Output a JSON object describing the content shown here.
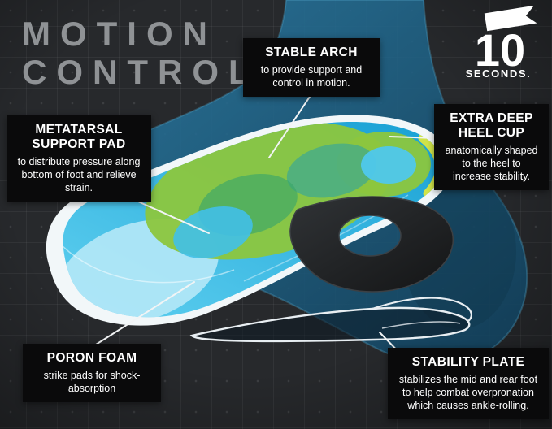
{
  "title": {
    "line1": "MOTION",
    "line2": "CONTROL"
  },
  "brand": {
    "number": "10",
    "name": "SECONDS."
  },
  "callouts": {
    "stable_arch": {
      "heading": "STABLE ARCH",
      "body": "to provide support and control in motion."
    },
    "metatarsal_support_pad": {
      "heading": "METATARSAL SUPPORT PAD",
      "body": "to distribute pressure along bottom of foot and relieve strain."
    },
    "extra_deep_heel_cup": {
      "heading": "EXTRA DEEP HEEL CUP",
      "body": "anatomically shaped to the heel to increase stability."
    },
    "poron_foam": {
      "heading": "PORON FOAM",
      "body": "strike pads for shock-absorption"
    },
    "stability_plate": {
      "heading": "STABILITY PLATE",
      "body": "stabilizes the mid and rear foot to help combat overpronation which causes ankle-rolling."
    }
  },
  "illustration": {
    "colors": {
      "background": "#27292c",
      "grid_line": "#34373b",
      "callout_box": "#0a0a0b",
      "text": "#ffffff",
      "title_gray": "#8f9295",
      "foot_blue": "#1f6f99",
      "insole_cyan": "#2bb5e8",
      "insole_light_blue": "#b5e8f7",
      "arch_green": "#8cc63e",
      "accent_yellow": "#e3ea39",
      "heel_teal": "#35c4ea",
      "carbon_gray": "#232527",
      "plate_outline": "#e8eef2"
    }
  }
}
